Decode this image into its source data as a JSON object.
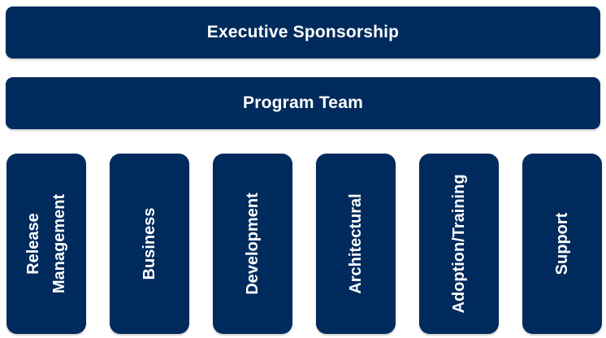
{
  "top_bars": {
    "executive": "Executive Sponsorship",
    "program": "Program Team"
  },
  "pillars": [
    {
      "line1": "Release",
      "line2": "Management"
    },
    {
      "line1": "Business",
      "line2": ""
    },
    {
      "line1": "Development",
      "line2": ""
    },
    {
      "line1": "Architectural",
      "line2": ""
    },
    {
      "line1": "Adoption/Training",
      "line2": ""
    },
    {
      "line1": "Support",
      "line2": ""
    }
  ],
  "colors": {
    "box_fill": "#002b5c",
    "text": "#ffffff"
  }
}
